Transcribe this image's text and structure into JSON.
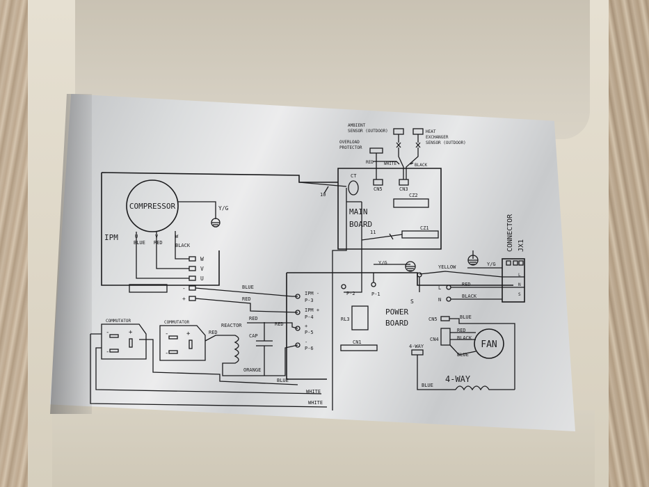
{
  "labels": {
    "compressor": "COMPRESSOR",
    "yg": "Y/G",
    "ipm": "IPM",
    "u": "U",
    "v": "V",
    "w": "W",
    "blue": "BLUE",
    "red": "RED",
    "black": "BLACK",
    "white": "WHITE",
    "orange": "ORANGE",
    "yellow": "YELLOW",
    "minus": "-",
    "plus": "+",
    "commutator": "COMMUTATOR",
    "reactor": "REACTOR",
    "cap": "CAP",
    "ipm_minus_p3_a": "IPM -",
    "ipm_minus_p3_b": "P-3",
    "ipm_plus_p4_a": "IPM +",
    "ipm_plus_p4_b": "P-4",
    "p5": "P-5",
    "p6": "P-6",
    "p2": "P-2",
    "p1": "P-1",
    "rl3": "RL3",
    "cn1": "CN1",
    "ambient_a": "AMBIENT",
    "ambient_b": "SENSOR (OUTDOOR)",
    "heat_a": "HEAT",
    "heat_b": "EXCHANGER",
    "heat_c": "SENSOR (OUTDOOR)",
    "overload_a": "OVERLOAD",
    "overload_b": "PROTECTOR",
    "ct": "CT",
    "cn5": "CN5",
    "cn3": "CN3",
    "cz2": "CZ2",
    "cz1": "CZ1",
    "ten": "10",
    "eleven": "11",
    "main_a": "MAIN",
    "main_b": "BOARD",
    "power_a": "POWER",
    "power_b": "BOARD",
    "s": "S",
    "l": "L",
    "n": "N",
    "cn4": "CN4",
    "fan": "FAN",
    "fourway_small": "4-WAY",
    "fourway_big": "4-WAY",
    "connector": "CONNECTOR",
    "jx1": "JX1"
  }
}
